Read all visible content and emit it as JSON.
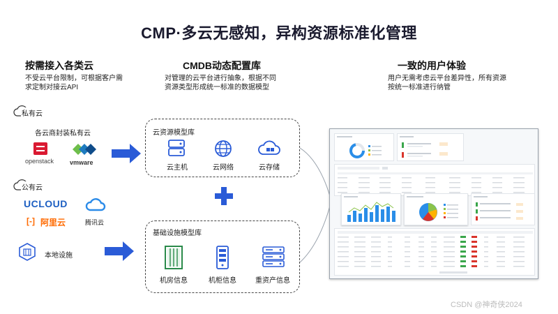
{
  "title": "CMP·多云无感知，异构资源标准化管理",
  "columns": [
    {
      "heading": "按需接入各类云",
      "desc": [
        "不受云平台限制，可根据客户需",
        "求定制对接云API"
      ]
    },
    {
      "heading": "CMDB动态配置库",
      "desc": [
        "对管理的云平台进行抽象，根据不同",
        "资源类型形成统一标准的数据模型"
      ]
    },
    {
      "heading": "一致的用户体验",
      "desc": [
        "用户无需考虑云平台差异性，所有资源",
        "按统一标准进行纳管"
      ]
    }
  ],
  "left": {
    "private_cloud": "私有云",
    "private_sub": "各云商封装私有云",
    "openstack": "openstack",
    "vmware": "vmware",
    "public_cloud": "公有云",
    "ucloud": "UCLOUD",
    "aliyun": "阿里云",
    "tencent": "腾讯云",
    "onprem": "本地设施"
  },
  "cloud_model": {
    "title": "云资源模型库",
    "items": [
      "云主机",
      "云网络",
      "云存储"
    ]
  },
  "infra_model": {
    "title": "基础设施模型库",
    "items": [
      "机房信息",
      "机柜信息",
      "重资产信息"
    ]
  },
  "watermark": "CSDN @神奇侠2024",
  "colors": {
    "arrow": "#2a5bd7",
    "plus": "#2a5bd7",
    "icon": "#2a5bd7",
    "accent_green": "#3aa64b",
    "accent_red": "#d9342b"
  }
}
